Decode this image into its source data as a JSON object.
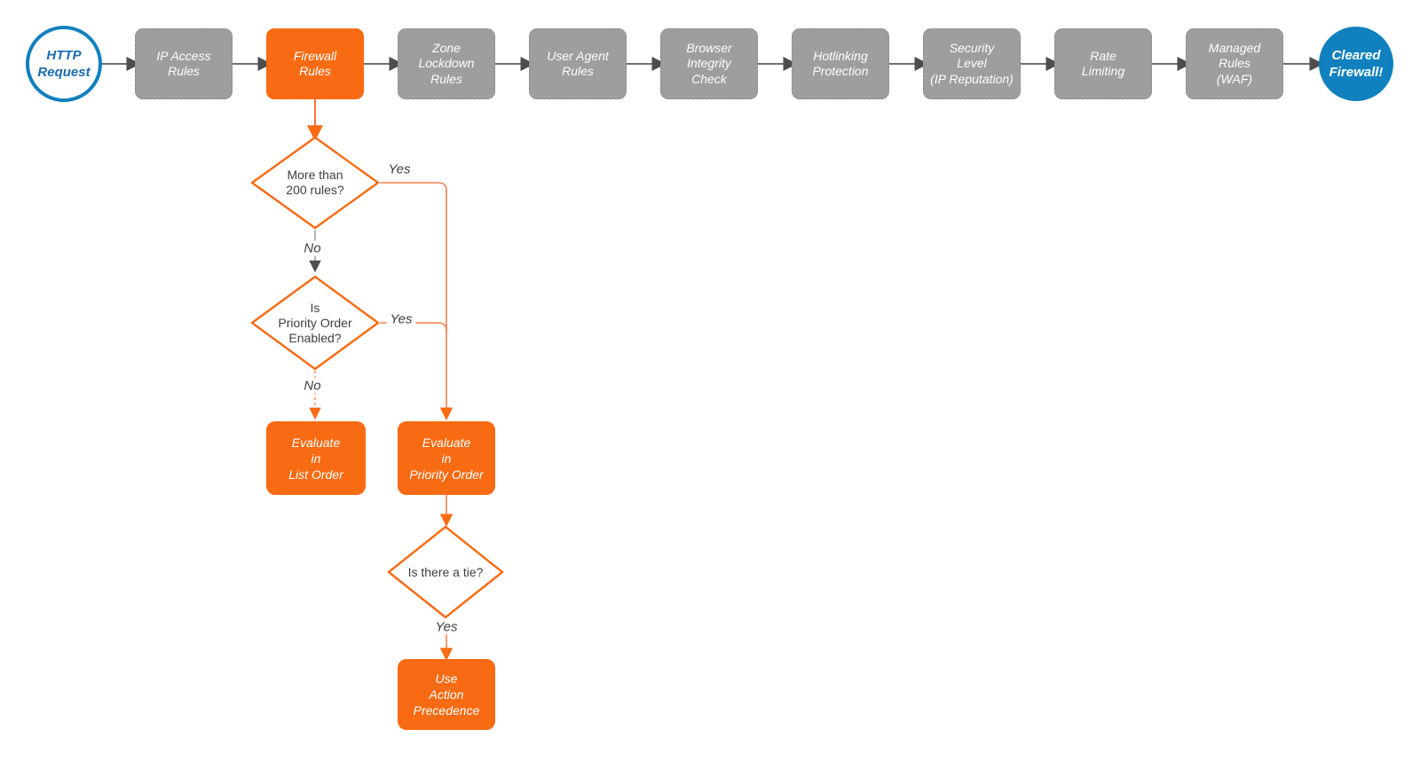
{
  "diagram": {
    "type": "flowchart",
    "background": "#FFFFFF"
  },
  "colors": {
    "accent_orange": "#F96B13",
    "connector_orange": "#F9814B",
    "node_gray": "#9E9E9E",
    "accent_blue": "#1080BF",
    "connector_dark": "#4D4D4D",
    "text_dark": "#3C3C3C"
  },
  "flow": {
    "start": "HTTP\nRequest",
    "steps": [
      {
        "label": "IP Access\nRules",
        "variant": "gray"
      },
      {
        "label": "Firewall\nRules",
        "variant": "orange"
      },
      {
        "label": "Zone\nLockdown\nRules",
        "variant": "gray"
      },
      {
        "label": "User Agent\nRules",
        "variant": "gray"
      },
      {
        "label": "Browser\nIntegrity\nCheck",
        "variant": "gray"
      },
      {
        "label": "Hotlinking\nProtection",
        "variant": "gray"
      },
      {
        "label": "Security\nLevel\n(IP Reputation)",
        "variant": "gray"
      },
      {
        "label": "Rate\nLimiting",
        "variant": "gray"
      },
      {
        "label": "Managed\nRules\n(WAF)",
        "variant": "gray"
      }
    ],
    "end": "Cleared\nFirewall!"
  },
  "branch": {
    "decision_rules_count": "More than\n200 rules?",
    "edge_yes_1": "Yes",
    "edge_no_1": "No",
    "decision_priority_enabled": "Is\nPriority Order\nEnabled?",
    "edge_yes_2": "Yes",
    "edge_no_2": "No",
    "action_list_order": "Evaluate\nin\nList Order",
    "action_priority_order": "Evaluate\nin\nPriority Order",
    "decision_tie": "Is there a tie?",
    "edge_yes_3": "Yes",
    "action_precedence": "Use\nAction\nPrecedence"
  }
}
